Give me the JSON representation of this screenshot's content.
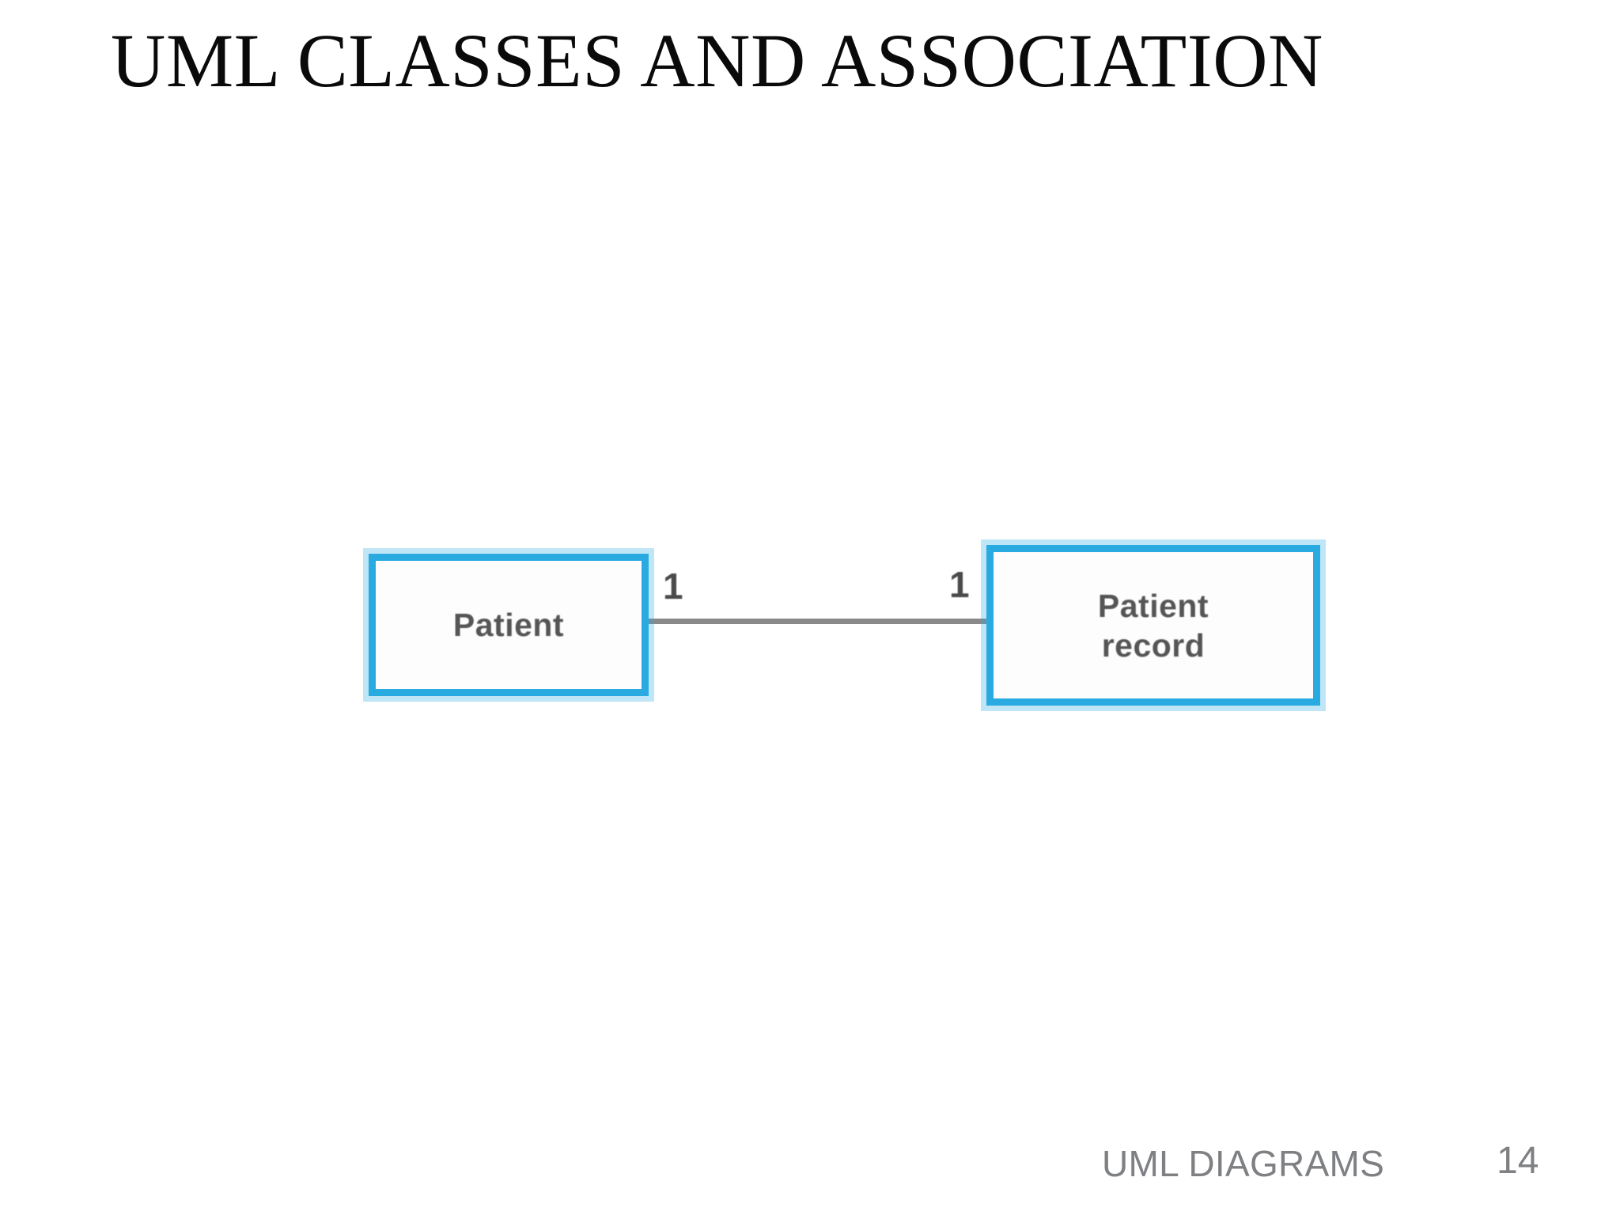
{
  "slide": {
    "title": "UML CLASSES AND ASSOCIATION",
    "footer_label": "UML DIAGRAMS",
    "page_number": "14"
  },
  "colors": {
    "class_border": "#29abe2",
    "class_border_glow": "#b7e4f6",
    "class_fill": "#fdfdfd",
    "association_line": "#898989",
    "class_name_text": "#555555",
    "multiplicity_text": "#4a4a4a",
    "title_text": "#0a0a0a",
    "footer_text": "#7e8083",
    "background": "#ffffff"
  },
  "diagram": {
    "type": "uml-class-diagram",
    "classes": [
      {
        "id": "patient",
        "name": "Patient",
        "lines": [
          "Patient"
        ]
      },
      {
        "id": "patient-record",
        "name": "Patient record",
        "lines": [
          "Patient",
          "record"
        ]
      }
    ],
    "associations": [
      {
        "id": "patient-to-patient-record",
        "source": "patient",
        "target": "patient-record",
        "source_multiplicity": "1",
        "target_multiplicity": "1",
        "style": "solid-line"
      }
    ]
  }
}
